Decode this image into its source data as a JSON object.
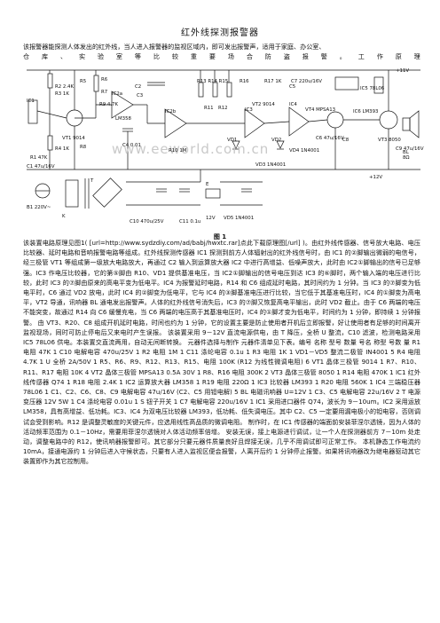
{
  "title": "红外线探测报警器",
  "intro": {
    "line1": "该报警器能探测人体发出的红外线，当人进入报警器的监视区域内，即可发出报警声，适用于家庭、办公室、",
    "line2_words": [
      "仓",
      "库",
      "、",
      "实",
      "验",
      "室",
      "等",
      "比",
      "较",
      "重",
      "要",
      "场",
      "合",
      "防",
      "盗",
      "报",
      "警",
      "。",
      "工",
      "作",
      "原",
      "理"
    ]
  },
  "figure": {
    "caption": "图 1",
    "watermark": "www.eeworld.com.cn",
    "labels": [
      "R1 47K",
      "C1 47u/16V",
      "R2 2.4K",
      "R3 1K",
      "R4 1K",
      "VT1 9014",
      "IC1",
      "R5",
      "R6",
      "R7",
      "R8",
      "C2",
      "C3",
      "C4 0.01",
      "IC2a",
      "IC2b",
      "LM358",
      "R9 4.7K",
      "R10 1M",
      "R11",
      "R12",
      "R13 R14 R15",
      "R16",
      "R17 1K",
      "C5",
      "C6 47u/16V",
      "C7 220u/16V",
      "C8",
      "C9 47u/16V",
      "C10 470u/25V",
      "C11 0.1u",
      "VT2 9014",
      "VT3 8050",
      "VT4 MPSA13",
      "VD1",
      "VD2",
      "VD3 1N4001",
      "VD4 1N4001",
      "VD5 1N4001",
      "IC3",
      "IC4",
      "IC5 78L06",
      "IC6 LM393",
      "B1 220V~",
      "T",
      "K",
      "+12V",
      "12V",
      "E",
      "BL",
      "8Ω",
      "+11V"
    ]
  },
  "body_text": "该装置电路原理见图1( [url=http://www.sydzdiy.com/ad/babj/hwxtc.rar]点此下载原理图[/url] )。由红外线传感器、信号放大电路、电压比较器、延时电路和音响报警电路等组成。红外线探测传感器 IC1 探测到前方人体辐射出的红外线信号时，由 IC1 的②脚输出微弱的电信号，经三极管 VT1 等组成第一级放大电路放大，再通过 C2 输入到运算放大器 IC2 中进行高增益、低噪声放大，此时由 IC2①脚输出的信号已足够强。IC3 作电压比较器，它的第⑤脚由 R10、VD1 提供基准电压，当 IC2①脚输出的信号电压到达 IC3 的⑥脚时，两个输入端的电压进行比较，此时 IC3 的⑦脚由原来的高电平变为低电平。IC4 为报警延时电路，R14 和 C6 组成延时电路，其时间约为 1 分钟。当 IC3 的⑦脚变为低电平时，C6 通过 VD2 放电，此时 IC4 的②脚变为低电平，它与 IC4 的③脚基准电压进行比较，当它低于其基准电压时，IC4 的①脚变为高电平，VT2 导通，讯响器 BL 通电发出报警声。人体的红外线信号消失后，IC3 的⑦脚又恢复高电平输出，此时 VD2 截止。由于 C6 两端的电压不能突变，故通过 R14 向 C6 缓慢充电，当 C6 两端的电压高于其基准电压时，IC4 的①脚才变为低电平，时间约为 1 分钟，即持续 1 分钟报警。 由 VT3、R20、C8 组成开机延时电路，时间也约为 1 分钟，它的设置主要是防止使用者开机后立即报警，好让使用者有足够的时间离开监视现场，同时可防止停电后又来电时产生误报。 该装置采用 9－12V 直流电源供电，由 T 降压，全桥 U 整流，C10 滤波，检测电路采用 IC5 78L06 供电。本装置交直流两用，自动无间断转换。 元器件选择与制作 元器件清单见下表。编号 名称 型号 数量 号名 称型 号数 量 R1 电阻 47K 1 C10 电解电容 470u/25V 1 R2 电阻 1M 1 C11 涤纶电容 0.1u 1 R3 电阻 1K 1 VD1－VD5 整流二极管 IN4001 5 R4 电阻 4.7K 1 U 全桥 2A/50V 1 R5、R6、R9、R12、R13、R15、电阻 100K (R12 为线性微调电阻) 6 VT1 晶体三极管 9014 1 R7、R10、R11、R17 电阻 10K 4 VT2 晶体三极管 MPSA13 0.5A 30V 1 R8、R16 电阻 300K 2 VT3 晶体三极管 8050 1 R14 电阻 470K 1 IC1 红外线传感器 Q74 1 R18 电阻 2.4K 1 IC2 运算放大器 LM358 1 R19 电阻 220Ω 1 IC3 比较器 LM393 1 R20 电阻 560K 1 IC4 三端稳压器 78L06 1 C1、C2、C6、C8、C9 电解电容 47u/16V (C2、C5 用钽电解) 5 BL 电磁讯响器 U=12V 1 C3、C5 电解电容 22u/16V 2 T 电源变压器 12V 5W 1 C4 涤纶电容 0.01u 1 S 钮子开关 1 C7 电解电容 220u/16V 1 IC1 采用进口器件 Q74，波长为 9－10um。IC2 采用运放 LM358，具有高增益、低功耗。IC3、IC4 为双电压比较器 LM393，低功耗、低失调电压。其中 C2、C5 一定要用漏电极小的钽电容，否则调试会受到影响。R12 是调整灵敏度的关键元件，应选用线性高品质的微调电阻。 制作时，在 IC1 传感器的端面前安装菲涅尔透镜，因为人体的活动频率范围为 0.1－10Hz，需要用菲涅尔透镜对人体活动频率倍增。 安装无误，接上电源进行调试，让一个人在探测器前方 7－10m 处走动，调整电路中的 R12，使讯响器报警即可。其它部分只要元器件质量良好且焊接无误，几乎不用调试即可正常工作。 本机静态工作电流约 10mA，接通电源约 1 分钟后进入守候状态，只要有人进入监视区便会报警，人离开后约 1 分钟停止报警。如果将讯响器改为继电器驱动其它装置即作为其它控制用。"
}
